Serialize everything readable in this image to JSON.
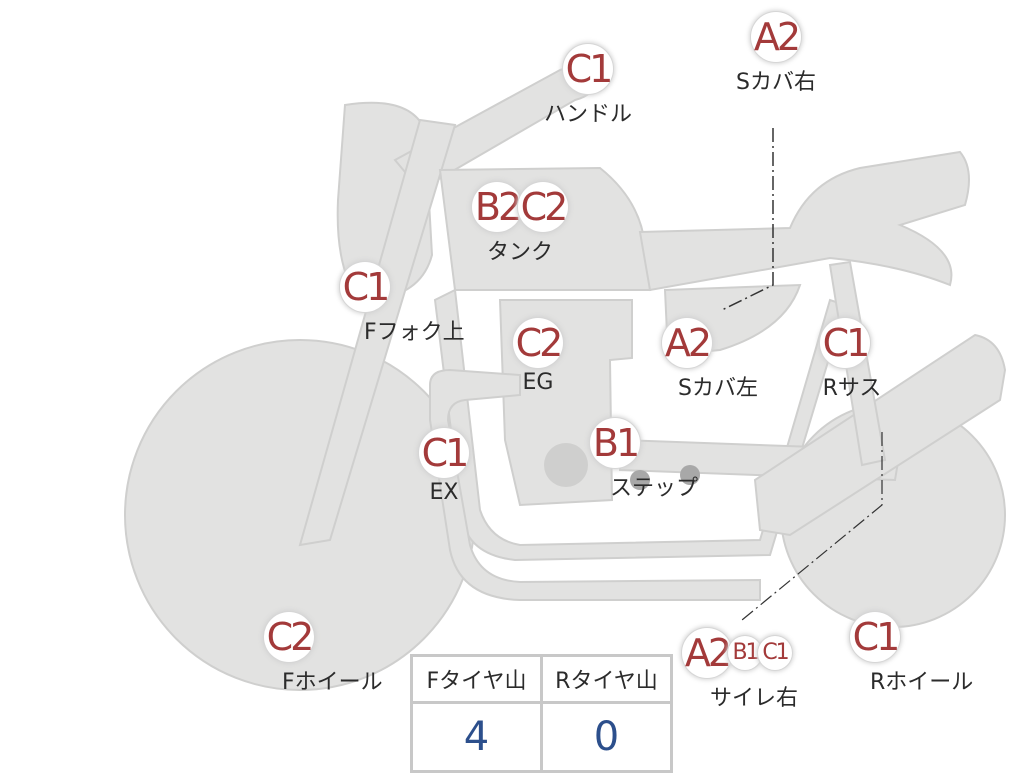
{
  "parts": [
    {
      "id": "handle",
      "label": "ハンドル",
      "grades": [
        "C1"
      ]
    },
    {
      "id": "side-cover-right",
      "label": "Sカバ右",
      "grades": [
        "A2"
      ]
    },
    {
      "id": "tank",
      "label": "タンク",
      "grades": [
        "B2",
        "C2"
      ]
    },
    {
      "id": "front-fork-upper",
      "label": "Fフォク上",
      "grades": [
        "C1"
      ]
    },
    {
      "id": "engine",
      "label": "EG",
      "grades": [
        "C2"
      ]
    },
    {
      "id": "side-cover-left",
      "label": "Sカバ左",
      "grades": [
        "A2"
      ]
    },
    {
      "id": "rear-suspension",
      "label": "Rサス",
      "grades": [
        "C1"
      ]
    },
    {
      "id": "exhaust",
      "label": "EX",
      "grades": [
        "C1"
      ]
    },
    {
      "id": "step",
      "label": "ステップ",
      "grades": [
        "B1"
      ]
    },
    {
      "id": "front-wheel",
      "label": "Fホイール",
      "grades": [
        "C2"
      ]
    },
    {
      "id": "silencer-right",
      "label": "サイレ右",
      "grades": [
        "A2",
        "B1",
        "C1"
      ]
    },
    {
      "id": "rear-wheel",
      "label": "Rホイール",
      "grades": [
        "C1"
      ]
    }
  ],
  "tyre_table": {
    "front_header": "Fタイヤ山",
    "rear_header": "Rタイヤ山",
    "front_value": "4",
    "rear_value": "0"
  },
  "colors": {
    "bike_fill": "#e2e2e1",
    "bike_stroke": "#cfcfce",
    "grade_text": "#a33a3a",
    "table_value": "#2c4f8c"
  }
}
